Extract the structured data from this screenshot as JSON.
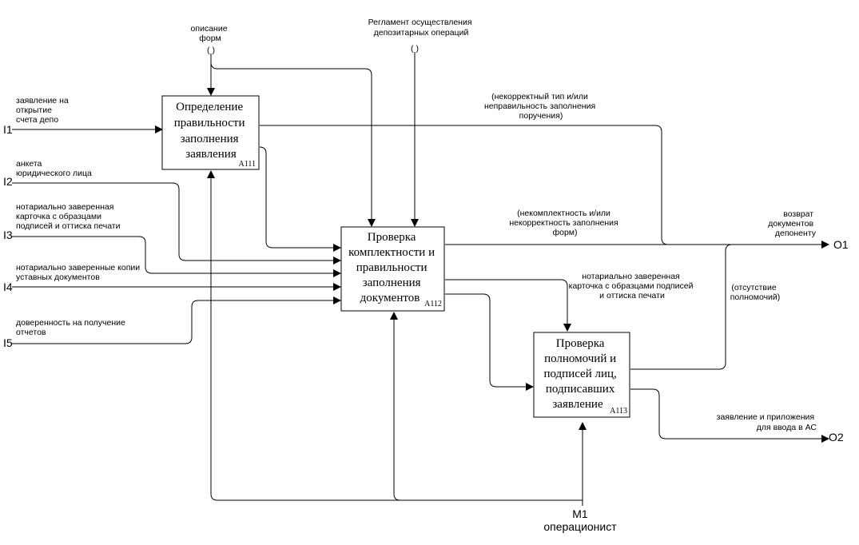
{
  "boxes": [
    {
      "id": "A111",
      "lines": [
        "Определение",
        "правильности",
        "заполнения",
        "заявления"
      ]
    },
    {
      "id": "A112",
      "lines": [
        "Проверка",
        "комплектности и",
        "правильности",
        "заполнения",
        "документов"
      ]
    },
    {
      "id": "A113",
      "lines": [
        "Проверка",
        "полномочий и",
        "подписей лиц,",
        "подписавших",
        "заявление"
      ]
    }
  ],
  "inputs": [
    {
      "code": "I1",
      "lines": [
        "заявление на",
        "открытие",
        "счета депо"
      ]
    },
    {
      "code": "I2",
      "lines": [
        "анкета",
        "юридического лица"
      ]
    },
    {
      "code": "I3",
      "lines": [
        "нотариально заверенная",
        "карточка с образцами",
        "подписей и оттиска печати"
      ]
    },
    {
      "code": "I4",
      "lines": [
        "нотариально заверенные копии",
        "уставных документов"
      ]
    },
    {
      "code": "I5",
      "lines": [
        "доверенность на получение",
        "отчетов"
      ]
    }
  ],
  "controls": [
    {
      "lines": [
        "описание",
        "форм"
      ]
    },
    {
      "lines": [
        "Регламент осуществления",
        "депозитарных операций"
      ]
    }
  ],
  "tunnel_glyph": "( )",
  "outputs": [
    {
      "code": "O1",
      "lines": [
        "возврат",
        "документов",
        "депоненту"
      ]
    },
    {
      "code": "O2",
      "lines": [
        "заявление и приложения",
        "для ввода в АС"
      ]
    }
  ],
  "mechanism": {
    "code": "M1",
    "label": "операционист"
  },
  "internal_labels": [
    {
      "lines": [
        "(некорректный тип и/или",
        "неправильность заполнения",
        "поручения)"
      ]
    },
    {
      "lines": [
        "(некомплектность и/или",
        "некорректность заполнения",
        "форм)"
      ]
    },
    {
      "lines": [
        "нотариально заверенная",
        "карточка с образцами подписей",
        "и оттиска печати"
      ]
    },
    {
      "lines": [
        "(отсутствие",
        "полномочий)"
      ]
    }
  ]
}
